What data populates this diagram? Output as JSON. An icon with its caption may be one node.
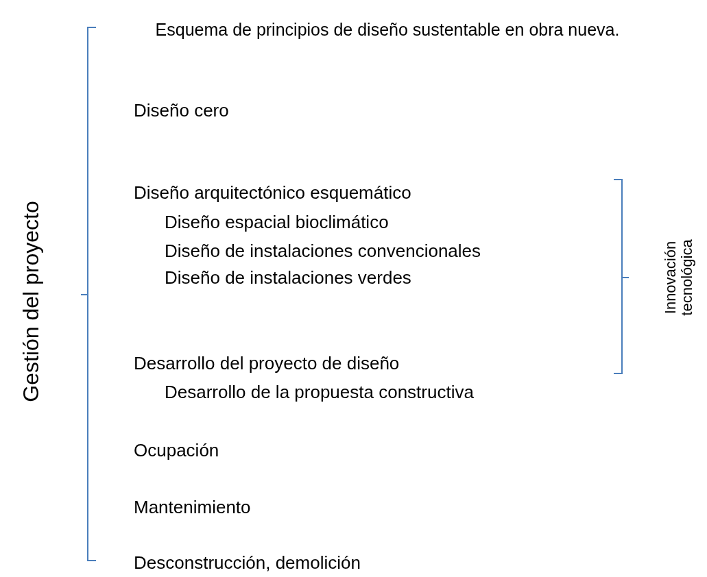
{
  "diagram": {
    "title": "Esquema de principios de diseño sustentable en obra nueva.",
    "labels": [
      "Gestión del proyecto",
      "Diseño cero",
      "Diseño arquitectónico esquemático",
      "Diseño espacial bioclimático",
      "Diseño de instalaciones convencionales",
      "Diseño de instalaciones verdes",
      "Desarrollo del proyecto de diseño",
      "Desarrollo de la propuesta constructiva",
      "Ocupación",
      "Mantenimiento",
      "Desconstrucción, demolición",
      "Innovación tecnológica"
    ]
  }
}
